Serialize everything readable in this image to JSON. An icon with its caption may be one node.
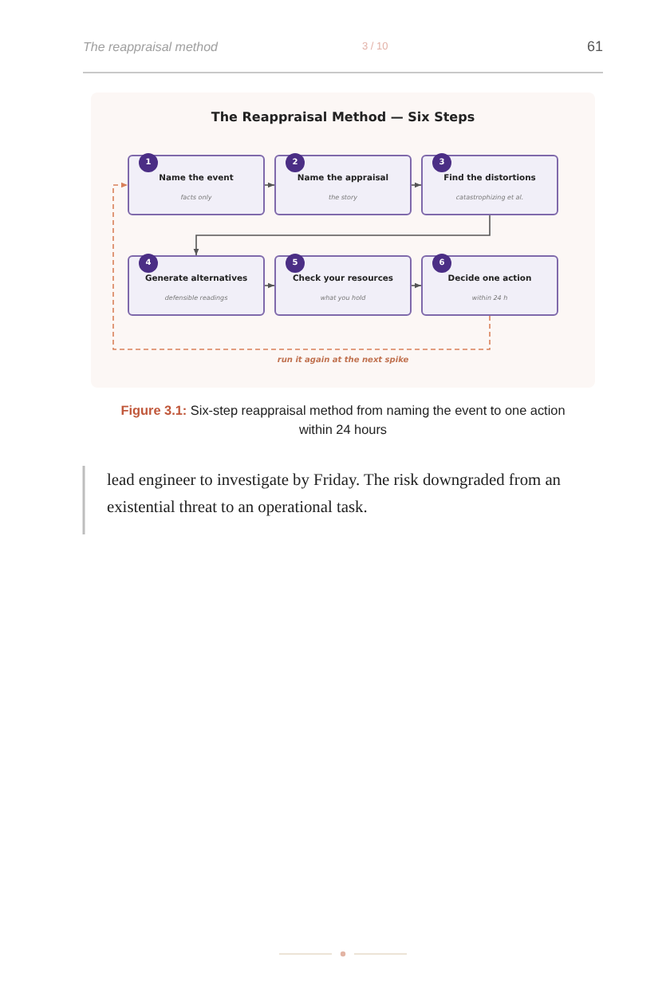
{
  "diagram": {
    "title": "The Reappraisal Method — Six Steps",
    "caption": "**Figure 3.1:** Six-step reappraisal method from naming the event to one action within 24 hours",
    "nodes": [
      {
        "text": [
          "1",
          "Name the event",
          "facts only"
        ]
      },
      {
        "text": [
          "2",
          "Name the appraisal",
          "the story"
        ]
      },
      {
        "text": [
          "3",
          "Find the distortions",
          "catastrophizing et al."
        ]
      },
      {
        "text": [
          "4",
          "Generate alternatives",
          "defensible readings"
        ]
      },
      {
        "text": [
          "5",
          "Check your resources",
          "what you hold"
        ]
      },
      {
        "text": [
          "6",
          "Decide one action",
          "within 24 h"
        ]
      }
    ],
    "edges": [
      {
        "from": 0,
        "to": 1,
        "arrow": "to"
      },
      {
        "from": 1,
        "to": 2,
        "arrow": "to"
      },
      {
        "from": 2,
        "to": 3,
        "arrow": "to"
      },
      {
        "from": 3,
        "to": 4,
        "arrow": "to"
      },
      {
        "from": 4,
        "to": 5,
        "arrow": "to"
      },
      {
        "from": 5,
        "to": 0,
        "arrow": "to",
        "style": "dashed",
        "color": "#d9805a",
        "label": "run it again at the next spike"
      }
    ],
    "labels": [
      "The reappraisal method",
      "3 / 10",
      "61",
      "lead engineer to investigate by Friday. The risk downgraded from an existential threat to an operational task."
    ]
  }
}
